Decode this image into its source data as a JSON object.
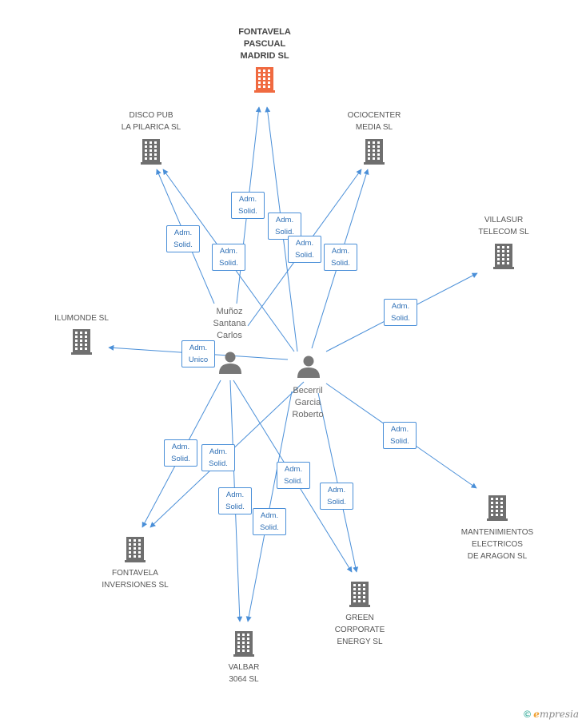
{
  "colors": {
    "edge": "#4a8fd8",
    "company": "#6f6f6f",
    "main_company": "#f06a40",
    "person": "#777777"
  },
  "companies": [
    {
      "id": "fontavela_pascual",
      "name": "FONTAVELA\nPASCUAL\nMADRID SL",
      "main": true
    },
    {
      "id": "disco_pub",
      "name": "DISCO PUB\nLA PILARICA SL"
    },
    {
      "id": "ociocenter",
      "name": "OCIOCENTER\nMEDIA  SL"
    },
    {
      "id": "villasur",
      "name": "VILLASUR\nTELECOM SL"
    },
    {
      "id": "ilumonde",
      "name": "ILUMONDE SL"
    },
    {
      "id": "mantenimientos",
      "name": "MANTENIMIENTOS\nELECTRICOS\nDE ARAGON SL"
    },
    {
      "id": "fontavela_inv",
      "name": "FONTAVELA\nINVERSIONES SL"
    },
    {
      "id": "green",
      "name": "GREEN\nCORPORATE\nENERGY SL"
    },
    {
      "id": "valbar",
      "name": "VALBAR\n3064 SL"
    }
  ],
  "persons": [
    {
      "id": "munoz",
      "name": "Muñoz\nSantana\nCarlos"
    },
    {
      "id": "becerril",
      "name": "Becerril\nGarcia\nRoberto"
    }
  ],
  "edges": [
    {
      "from": "munoz",
      "to": "fontavela_pascual",
      "label": "Adm.\nSolid."
    },
    {
      "from": "becerril",
      "to": "fontavela_pascual",
      "label": "Adm.\nSolid."
    },
    {
      "from": "munoz",
      "to": "disco_pub",
      "label": "Adm.\nSolid."
    },
    {
      "from": "becerril",
      "to": "disco_pub",
      "label": "Adm.\nSolid."
    },
    {
      "from": "munoz",
      "to": "ociocenter",
      "label": "Adm.\nSolid."
    },
    {
      "from": "becerril",
      "to": "ociocenter",
      "label": "Adm.\nSolid."
    },
    {
      "from": "becerril",
      "to": "villasur",
      "label": "Adm.\nSolid."
    },
    {
      "from": "becerril",
      "to": "ilumonde",
      "label": "Adm.\nUnico"
    },
    {
      "from": "becerril",
      "to": "mantenimientos",
      "label": "Adm.\nSolid."
    },
    {
      "from": "munoz",
      "to": "fontavela_inv",
      "label": "Adm.\nSolid."
    },
    {
      "from": "becerril",
      "to": "fontavela_inv",
      "label": "Adm.\nSolid."
    },
    {
      "from": "munoz",
      "to": "valbar",
      "label": "Adm.\nSolid."
    },
    {
      "from": "becerril",
      "to": "valbar",
      "label": "Adm.\nSolid."
    },
    {
      "from": "munoz",
      "to": "green",
      "label": "Adm.\nSolid."
    },
    {
      "from": "becerril",
      "to": "green",
      "label": "Adm.\nSolid."
    }
  ],
  "footer": {
    "copyright": "©",
    "brand_initial": "e",
    "brand_rest": "mpresia"
  }
}
